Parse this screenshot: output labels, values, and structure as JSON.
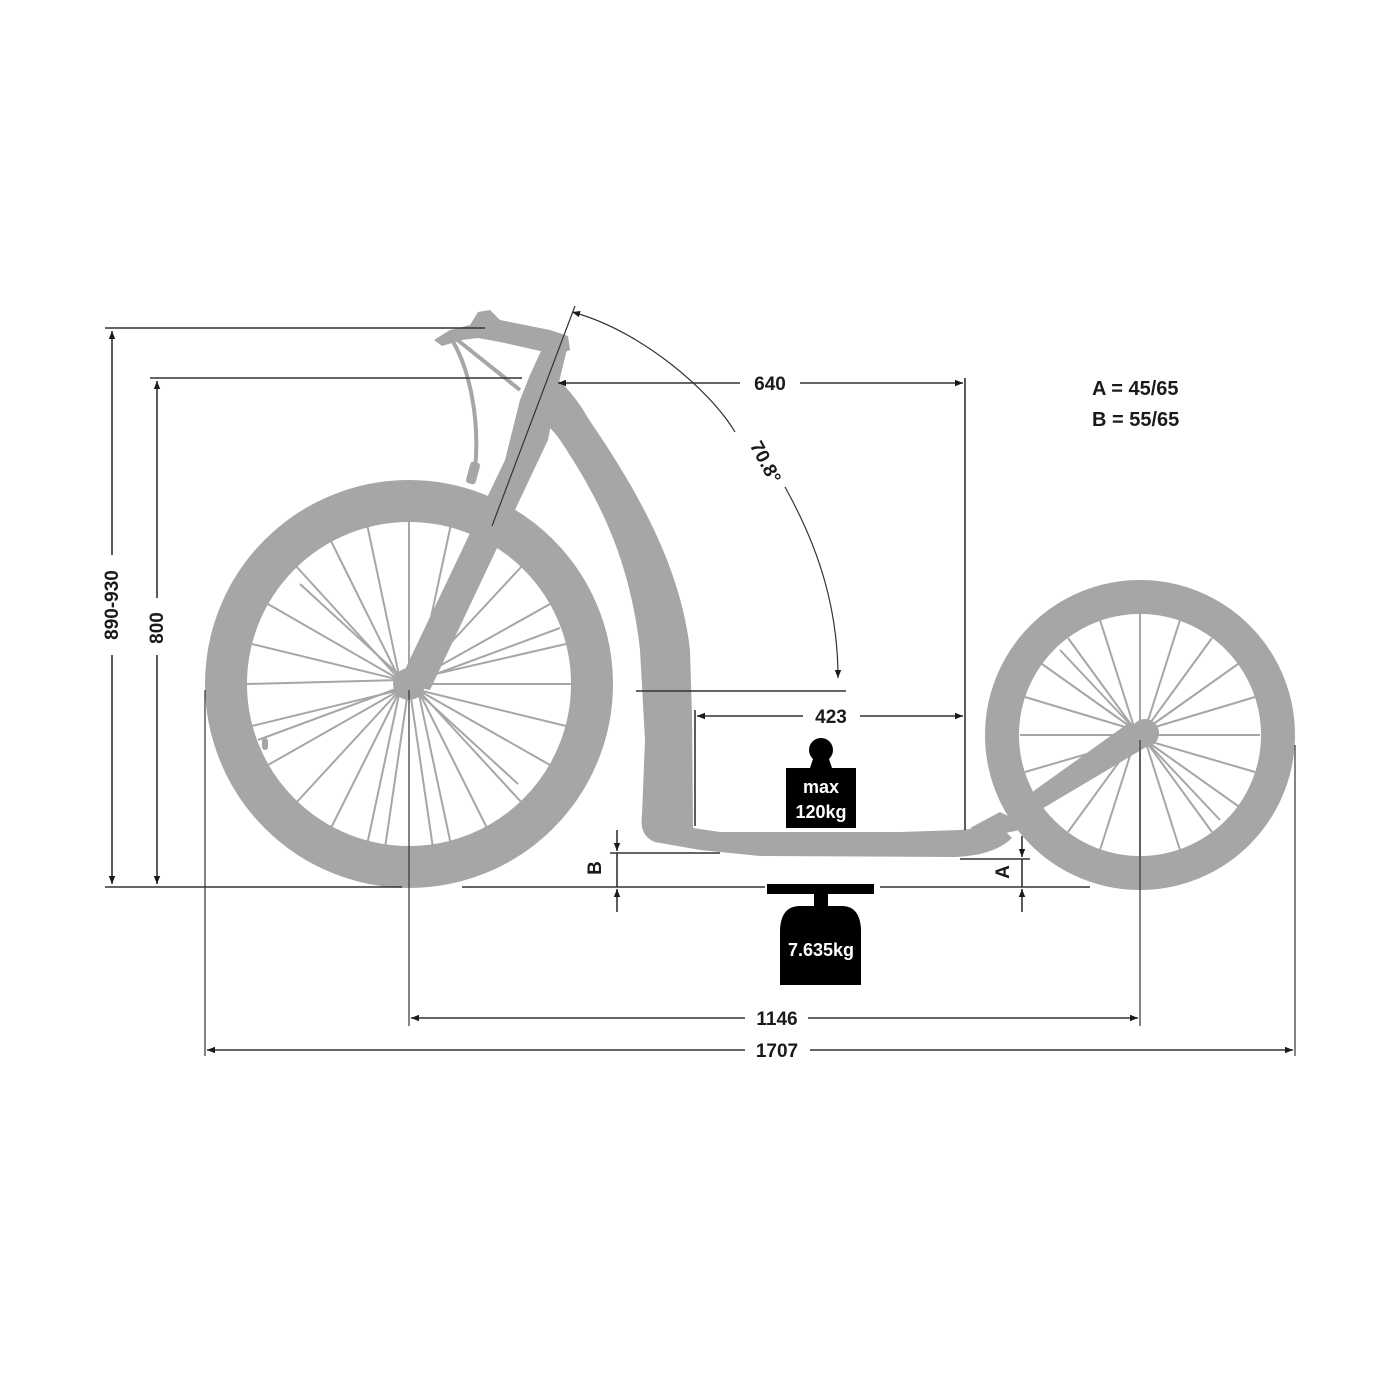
{
  "diagram": {
    "subject": "Kick scooter side-view dimension drawing",
    "colors": {
      "scooter_fill": "#a6a6a6",
      "dimension_lines": "#333333",
      "text": "#1a1a1a",
      "weight_icons": "#000000",
      "background": "#ffffff"
    },
    "legend": {
      "a_line": "A = 45/65",
      "b_line": "B = 55/65"
    },
    "dimensions": {
      "handlebar_height": "890-930",
      "headtube_top_height": "800",
      "headtube_to_deck_end": "640",
      "head_angle": "70.8°",
      "deck_length": "423",
      "wheelbase": "1146",
      "overall_length": "1707",
      "front_clearance_label": "B",
      "rear_clearance_label": "A"
    },
    "max_load_icon": {
      "line1": "max",
      "line2": "120kg"
    },
    "scooter_weight_icon": {
      "label": "7.635kg"
    }
  }
}
